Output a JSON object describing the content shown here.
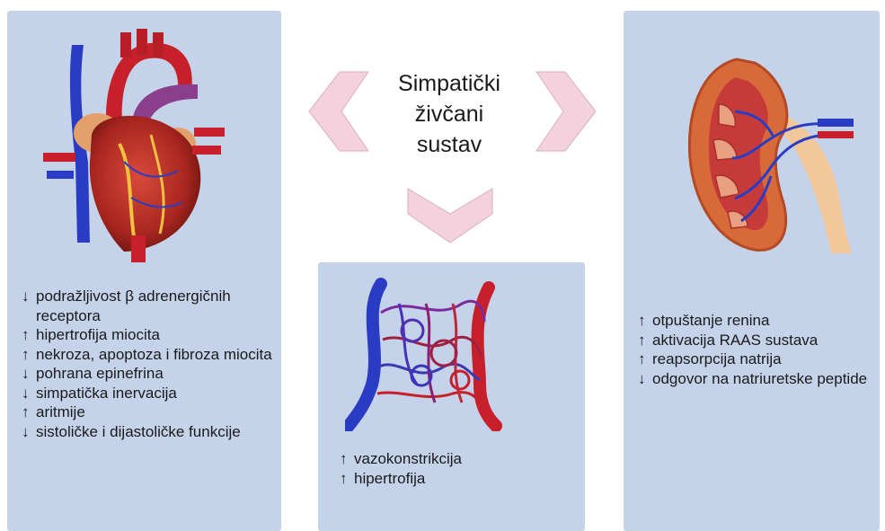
{
  "center": {
    "title_lines": [
      "Simpatički",
      "živčani",
      "sustav"
    ]
  },
  "colors": {
    "panel": "#c5d3ea",
    "chevron": "#f3d2de",
    "chevron_edge": "#d9aebe",
    "artery": "#c8202a",
    "vein": "#2a3cc4"
  },
  "icons": {
    "left": "heart-illustration",
    "middle": "capillary-network-illustration",
    "right": "kidney-illustration"
  },
  "left_panel": {
    "items": [
      {
        "arrow": "↓",
        "text": "podražljivost β adrenergičnih receptora"
      },
      {
        "arrow": "↑",
        "text": "hipertrofija miocita"
      },
      {
        "arrow": "↑",
        "text": "nekroza, apoptoza i fibroza miocita"
      },
      {
        "arrow": "↓",
        "text": "pohrana epinefrina"
      },
      {
        "arrow": "↓",
        "text": "simpatička inervacija"
      },
      {
        "arrow": "↑",
        "text": "aritmije"
      },
      {
        "arrow": "↓",
        "text": "sistoličke i dijastoličke funkcije"
      }
    ]
  },
  "middle_panel": {
    "items": [
      {
        "arrow": "↑",
        "text": "vazokonstrikcija"
      },
      {
        "arrow": "↑",
        "text": "hipertrofija"
      }
    ]
  },
  "right_panel": {
    "items": [
      {
        "arrow": "↑",
        "text": "otpuštanje renina"
      },
      {
        "arrow": "↑",
        "text": "aktivacija RAAS sustava"
      },
      {
        "arrow": "↑",
        "text": "reapsorpcija natrija"
      },
      {
        "arrow": "↓",
        "text": "odgovor na natriuretske peptide"
      }
    ]
  }
}
